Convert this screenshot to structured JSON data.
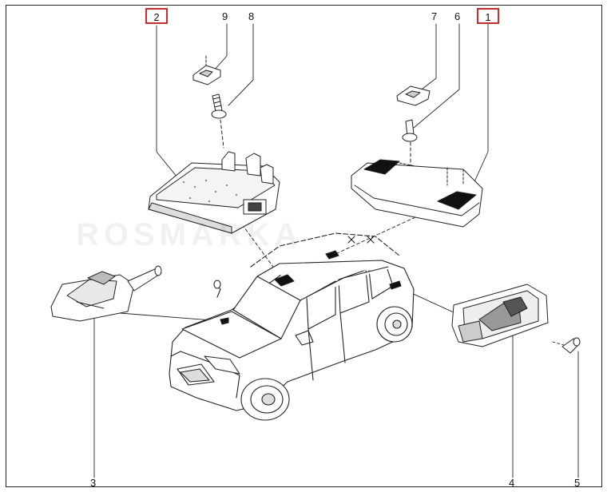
{
  "diagram": {
    "callouts": [
      {
        "id": "c2",
        "label": "2",
        "highlighted": true
      },
      {
        "id": "c9",
        "label": "9",
        "highlighted": false
      },
      {
        "id": "c8",
        "label": "8",
        "highlighted": false
      },
      {
        "id": "c7",
        "label": "7",
        "highlighted": false
      },
      {
        "id": "c6",
        "label": "6",
        "highlighted": false
      },
      {
        "id": "c1",
        "label": "1",
        "highlighted": true
      },
      {
        "id": "c3",
        "label": "3",
        "highlighted": false
      },
      {
        "id": "c4",
        "label": "4",
        "highlighted": false
      },
      {
        "id": "c5",
        "label": "5",
        "highlighted": false
      }
    ],
    "highlight_color": "#d62828",
    "line_color": "#222222"
  }
}
